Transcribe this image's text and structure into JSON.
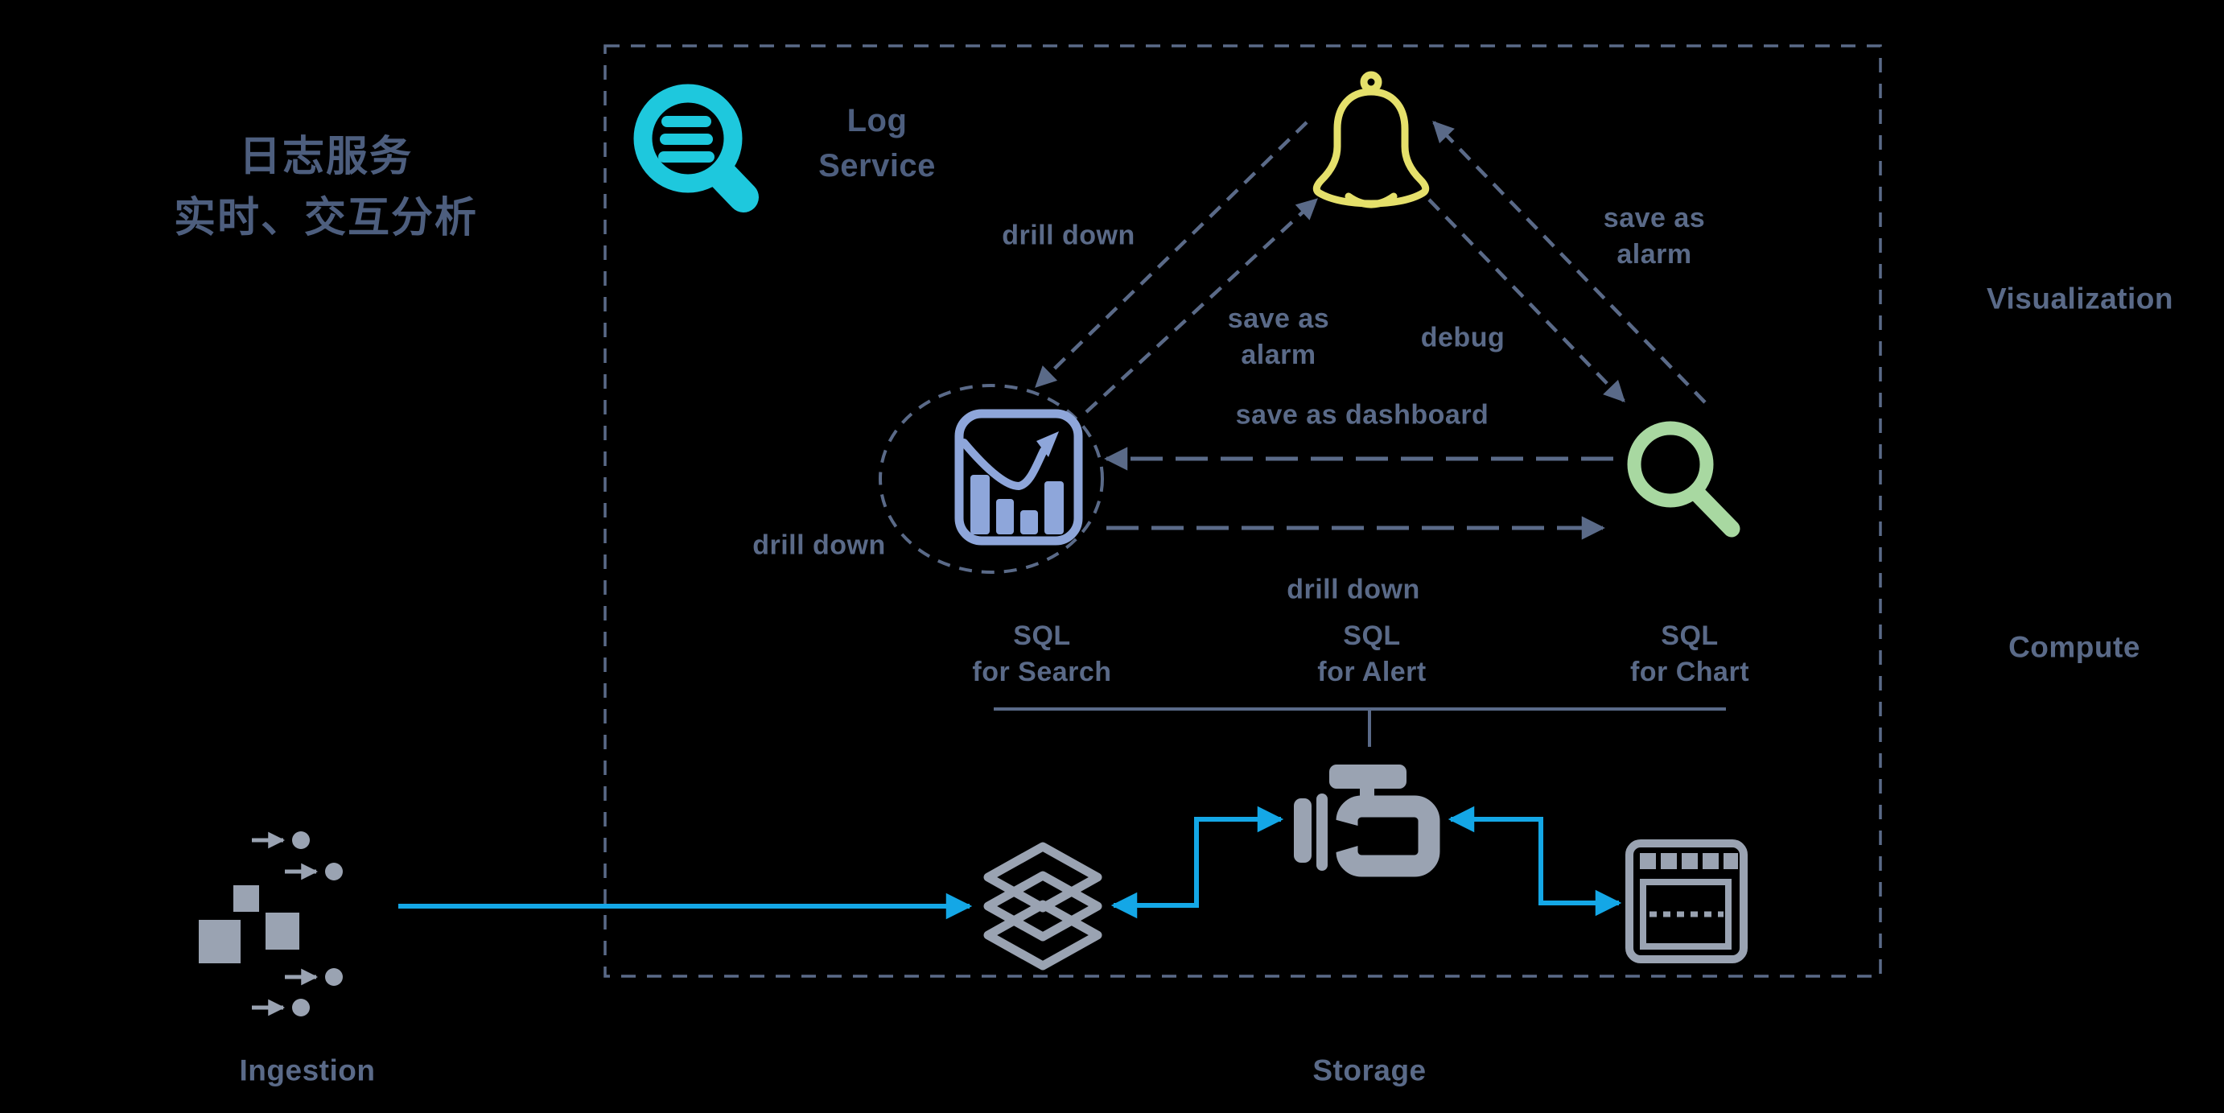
{
  "colors": {
    "background": "#000000",
    "slate": "#5a6a88",
    "slate_dark": "#4d5e7e",
    "cyan": "#1ec8dd",
    "blue": "#14a7e6",
    "yellow": "#e5e06b",
    "periwinkle": "#8ea6da",
    "green": "#a8d8a1",
    "gray": "#9aa3b2"
  },
  "headline": {
    "text": "日志服务\n实时、交互分析"
  },
  "logo": {
    "label": "Log\nService",
    "icon": "log-service-magnifier-logo"
  },
  "edges": {
    "drill_down_left": "drill down",
    "save_as_alarm_left": "save as\nalarm",
    "debug": "debug",
    "save_as_alarm_right": "save as\nalarm",
    "save_as_dashboard": "save as dashboard",
    "drill_down_bottom": "drill down",
    "drill_down_self": "drill down"
  },
  "nodes": {
    "sql_search": "SQL\nfor Search",
    "sql_alert": "SQL\nfor Alert",
    "sql_chart": "SQL\nfor Chart"
  },
  "regions": {
    "visualization": "Visualization",
    "compute": "Compute",
    "ingestion": "Ingestion",
    "storage": "Storage"
  },
  "icons": {
    "logo": "log-service-logo-icon",
    "alert": "bell-icon",
    "chart": "bar-chart-icon",
    "search": "magnifier-icon",
    "sources": "ingestion-sources-icon",
    "storage_layers": "layers-icon",
    "compute_engine": "engine-icon",
    "report": "table-report-icon"
  }
}
